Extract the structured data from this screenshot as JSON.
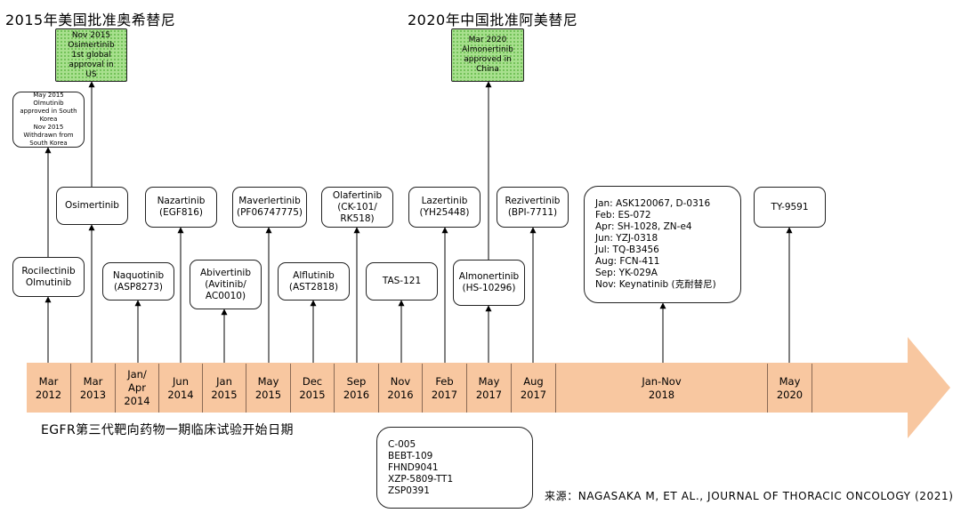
{
  "headings": {
    "left": "2015年美国批准奥希替尼",
    "right": "2020年中国批准阿美替尼"
  },
  "boxes": {
    "osimertinib_approval": "Nov 2015\nOsimertinib\n1st global\napproval in\nUS",
    "almonertinib_approval": "Mar 2020\nAlmonertinib\napproved in\nChina",
    "olmutinib_note": "May 2015\nOlmutinib\napproved in South\nKorea\nNov 2015\nWithdrawn from\nSouth Korea",
    "osimertinib": "Osimertinib",
    "rocilectinib": "Rocilectinib\nOlmutinib",
    "naquotinib": "Naquotinib\n(ASP8273)",
    "nazartinib": "Nazartinib\n(EGF816)",
    "abivertinib": "Abivertinib\n(Avitinib/\nAC0010)",
    "maverlertinib": "Maverlertinib\n(PF06747775)",
    "alflutinib": "Alflutinib\n(AST2818)",
    "olafertinib": "Olafertinib\n(CK-101/\nRK518)",
    "tas121": "TAS-121",
    "lazertinib": "Lazertinib\n(YH25448)",
    "almonertinib": "Almonertinib\n(HS-10296)",
    "rezivertinib": "Rezivertinib\n(BPI-7711)",
    "jan_nov_2018": "Jan: ASK120067, D-0316\nFeb: ES-072\nApr: SH-1028, ZN-e4\nJun: YZJ-0318\nJul: TQ-B3456\nAug: FCN-411\nSep: YK-029A\nNov: Keynatinib (克耐替尼)",
    "ty9591": "TY-9591",
    "undated": "C-005\nBEBT-109\nFHND9041\nXZP-5809-TT1\nZSP0391"
  },
  "timeline": [
    "Mar\n2012",
    "Mar\n2013",
    "Jan/\nApr\n2014",
    "Jun\n2014",
    "Jan\n2015",
    "May\n2015",
    "Dec\n2015",
    "Sep\n2016",
    "Nov\n2016",
    "Feb\n2017",
    "May\n2017",
    "Aug\n2017",
    "Jan-Nov\n2018",
    "May\n2020"
  ],
  "caption": "EGFR第三代靶向药物一期临床试验开始日期",
  "source": "来源：NAGASAKA M, ET AL., JOURNAL OF THORACIC ONCOLOGY (2021)",
  "colors": {
    "timeline_fill": "#f8c7a0",
    "approval_fill": "#a8e08e",
    "line": "#000000"
  }
}
